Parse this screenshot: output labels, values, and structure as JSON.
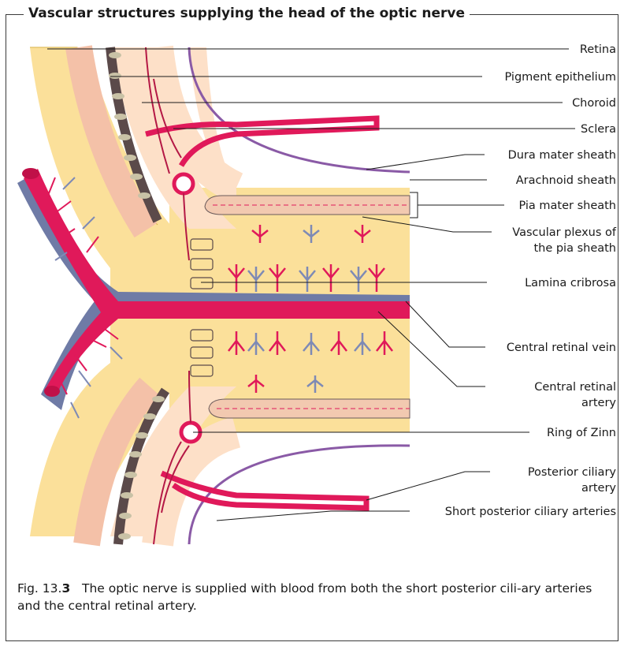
{
  "figure": {
    "title": "Vascular structures supplying the head of the optic nerve",
    "labels": {
      "retina": "Retina",
      "pigment_epithelium": "Pigment epithelium",
      "choroid": "Choroid",
      "sclera": "Sclera",
      "dura": "Dura mater sheath",
      "arachnoid": "Arachnoid sheath",
      "pia": "Pia mater sheath",
      "plexus_1": "Vascular plexus of",
      "plexus_2": "the pia sheath",
      "lamina": "Lamina cribrosa",
      "vein": "Central retinal vein",
      "artery_1": "Central retinal",
      "artery_2": "artery",
      "zinn": "Ring of Zinn",
      "pca_1": "Posterior ciliary",
      "pca_2": "artery",
      "spca": "Short posterior ciliary arteries"
    },
    "colors": {
      "artery": "#e0195a",
      "vein": "#6f7ba6",
      "retina_tissue": "#fbe09a",
      "sclera_tissue": "#fde0c8",
      "pigment": "#5b4a4a",
      "dura_line": "#8a5aa6"
    }
  },
  "caption": {
    "label": "Fig. 13.",
    "label_num": "3",
    "text": "The optic nerve is supplied with blood from both the short posterior cili-ary arteries and the central retinal artery."
  }
}
